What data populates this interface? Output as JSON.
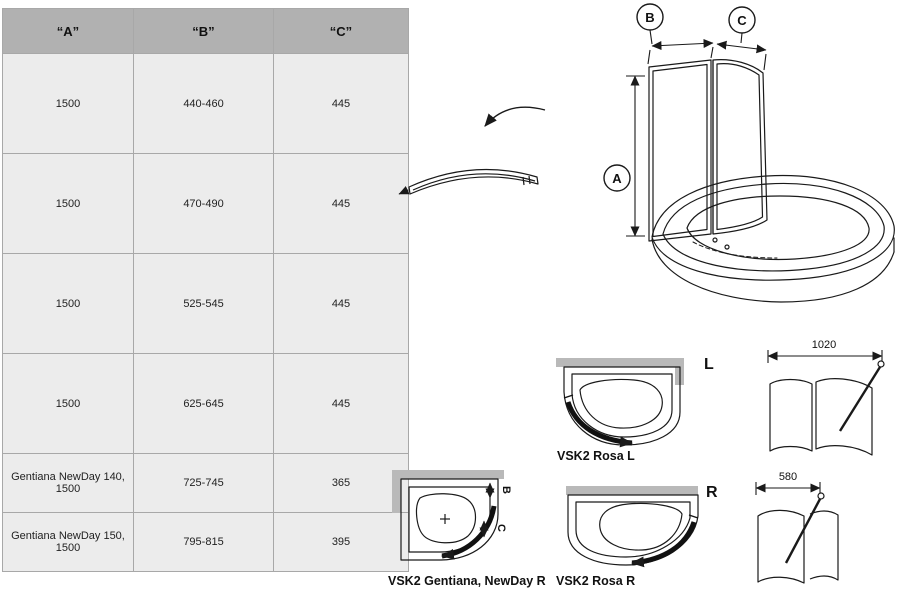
{
  "table": {
    "headers": [
      "“A”",
      "“B”",
      "“C”"
    ],
    "rows": [
      [
        "1500",
        "440-460",
        "445"
      ],
      [
        "1500",
        "470-490",
        "445"
      ],
      [
        "1500",
        "525-545",
        "445"
      ],
      [
        "1500",
        "625-645",
        "445"
      ],
      [
        "Gentiana NewDay 140, 1500",
        "725-745",
        "365"
      ],
      [
        "Gentiana NewDay 150, 1500",
        "795-815",
        "395"
      ]
    ]
  },
  "main_drawing": {
    "label_a": "A",
    "label_b": "B",
    "label_c": "C"
  },
  "thumbnails": {
    "rosa_l": {
      "caption": "VSK2 Rosa L",
      "wall_label": "L"
    },
    "rosa_r": {
      "caption": "VSK2 Rosa R",
      "wall_label": "R"
    },
    "gentiana_r": {
      "caption": "VSK2 Gentiana, NewDay R",
      "label_b": "B",
      "label_c": "C"
    },
    "dim_width_2panel": "1020",
    "dim_width_1panel": "580"
  },
  "colors": {
    "wall_gray": "#b9b9b9",
    "table_header": "#b1b1b1",
    "table_cell": "#ececec",
    "line": "#1a1a1a"
  }
}
